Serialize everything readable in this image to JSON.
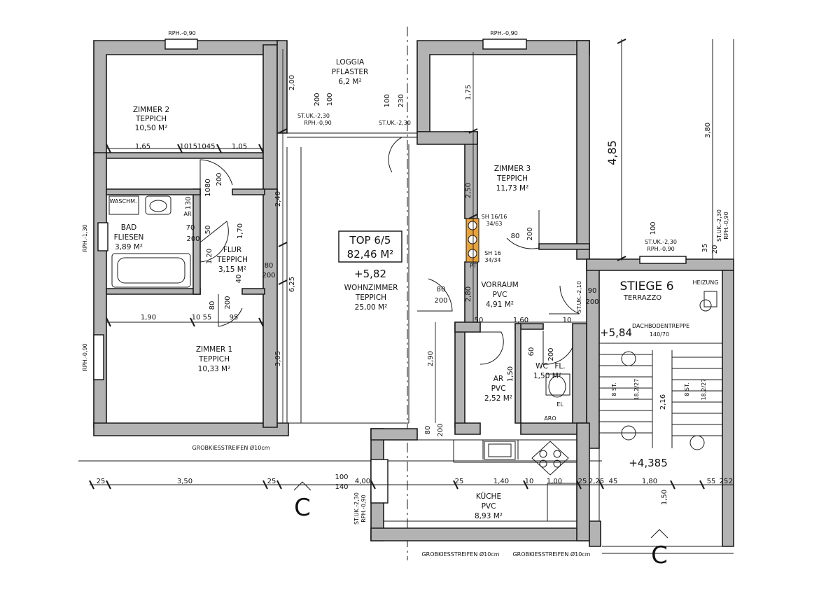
{
  "unit": {
    "top": "TOP 6/5",
    "area": "82,46 M²",
    "level": "+5,82"
  },
  "rooms": [
    {
      "name": "ZIMMER 2",
      "floor": "TEPPICH",
      "area": "10,50 M²"
    },
    {
      "name": "LOGGIA",
      "floor": "PFLASTER",
      "area": "6,2 M²"
    },
    {
      "name": "ZIMMER 3",
      "floor": "TEPPICH",
      "area": "11,73 M²"
    },
    {
      "name": "BAD",
      "floor": "FLIESEN",
      "area": "3,89 M²"
    },
    {
      "name": "FLUR",
      "floor": "TEPPICH",
      "area": "3,15 M²"
    },
    {
      "name": "WOHNZIMMER",
      "floor": "TEPPICH",
      "area": "25,00 M²"
    },
    {
      "name": "VORRAUM",
      "floor": "PVC",
      "area": "4,91 M²"
    },
    {
      "name": "ZIMMER 1",
      "floor": "TEPPICH",
      "area": "10,33 M²"
    },
    {
      "name": "AR",
      "floor": "PVC",
      "area": "2,52 M²"
    },
    {
      "name": "WC",
      "floor": "FL.",
      "area": "1,50 M²"
    },
    {
      "name": "KÜCHE",
      "floor": "PVC",
      "area": "8,93 M²"
    }
  ],
  "stair": {
    "name": "STIEGE 6",
    "floor": "TERRAZZO",
    "attic": "DACHBODENTREPPE",
    "attic_size": "140/70",
    "level_upper": "+5,84",
    "level_lower": "+4,385",
    "heating": "HEIZUNG",
    "steps_left": "18,2/27",
    "steps_right": "18,2/27",
    "steps_count_a": "8 ST.",
    "steps_count_b": "8 ST."
  },
  "windows": {
    "w_top_left": "RPH.-0,90",
    "w_top_right": "RPH.-0,90",
    "w_bad": "RPH.-1,30",
    "w_z1": "RPH.-0,90",
    "w_loggia_a": "ST.UK.-2,30",
    "w_loggia_a2": "RPH.-0,90",
    "w_loggia_b": "ST.UK.-2,30",
    "w_stair": "ST.UK.-2,30",
    "w_stair2": "RPH.-0,90",
    "w_vorraum": "ST.UK.-2,10",
    "w_kitchen": "ST.UK.-2,30",
    "w_kitchen2": "RPH.-0,90",
    "w_right": "ST.UK.-2,30",
    "w_right2": "RPH.-0,90"
  },
  "fixtures": {
    "schacht1": "SH 16/16",
    "schacht1b": "34/63",
    "schacht2": "SH 16",
    "schacht2b": "34/34",
    "pt": "PT",
    "ar": "AR",
    "ar2": "ARO",
    "waschm": "WASCHM.",
    "el": "EL"
  },
  "gravel": {
    "strip_a": "GROBKIESSTREIFEN Ø10cm",
    "strip_b": "GROBKIESSTREIFEN Ø10cm",
    "strip_c": "GROBKIESSTREIFEN Ø10cm"
  },
  "section_mark": "C",
  "dimensions": {
    "overall_height": "4,85",
    "right_height": "3,80",
    "loggia_depth": "2,00",
    "z3_top": "1,75",
    "z3_mid": "2,50",
    "wz_left": "2,40",
    "wz_mid": "6,25",
    "z1_side": "3,05",
    "ar_side": "2,90",
    "vr_side": "2,80",
    "z2_w1": "1,65",
    "z2_w2": "10151045",
    "z2_w3": "1,05",
    "z1_w1": "1,90",
    "z1_w2": "10 55",
    "z1_w3": "95",
    "vr_w1": "50",
    "vr_w2": "1,60",
    "vr_w3": "10",
    "bottom_25a": "25",
    "bottom_350": "3,50",
    "bottom_25b": "25",
    "bottom_100": "100",
    "bottom_140": "140",
    "bottom_4": "4,00",
    "bottom_25c": "25",
    "bottom_140b": "1,40",
    "bottom_10": "10",
    "bottom_100b": "1,00",
    "bottom_25d": "25",
    "bottom_225": "2,25",
    "bottom_45": "45",
    "bottom_180": "1,80",
    "bottom_55": "55",
    "bottom_25e": "25",
    "bottom_2": "2",
    "d80": "80",
    "d200": "200",
    "d70": "70",
    "d50": "50",
    "d170": "1,70",
    "d120": "1,20",
    "d40": "40",
    "d90": "90",
    "d60": "60",
    "d216": "2,16",
    "d150": "1,50",
    "d130": "130",
    "d1080": "1080",
    "d230": "230",
    "d100": "100",
    "d35": "35",
    "d20": "20"
  }
}
